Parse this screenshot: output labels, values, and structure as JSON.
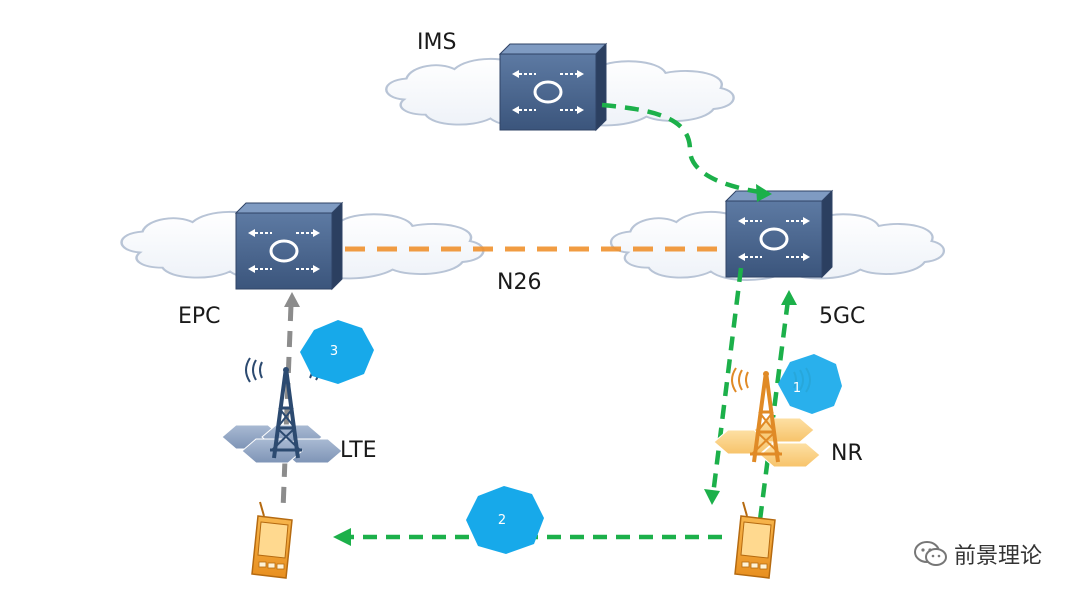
{
  "labels": {
    "ims": "IMS",
    "epc": "EPC",
    "fivegc": "5GC",
    "n26": "N26",
    "lte": "LTE",
    "nr": "NR"
  },
  "steps": {
    "one": "1",
    "two": "2",
    "three": "3"
  },
  "watermark": {
    "text": "前景理论",
    "icon": "wechat-icon"
  },
  "colors": {
    "n26_link": "#f0922e",
    "flow": "#1cb04a",
    "fallback": "#8c8c8c",
    "badge": "#17a9ea",
    "router": "#4a6890",
    "lte_tower": "#2c4a70",
    "nr_tower": "#e08a26",
    "phone": "#f2a33a"
  }
}
